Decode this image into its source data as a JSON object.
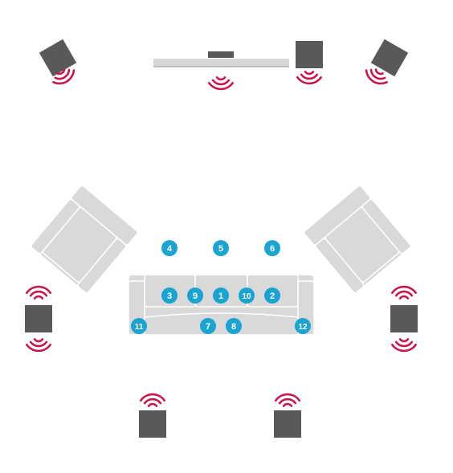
{
  "colors": {
    "speaker": "#595959",
    "wave": "#c8174a",
    "furniture_fill": "#d9d9d9",
    "furniture_stroke": "#ffffff",
    "tv": "#d3d3d3",
    "badge": "#1ba3d2",
    "badge_text": "#ffffff"
  },
  "speakers": [
    {
      "name": "front-left-height-speaker",
      "icon": "speaker-icon"
    },
    {
      "name": "center-speaker",
      "icon": "speaker-icon"
    },
    {
      "name": "front-right-speaker",
      "icon": "speaker-icon"
    },
    {
      "name": "front-right-height-speaker",
      "icon": "speaker-icon"
    },
    {
      "name": "side-left-speaker",
      "icon": "speaker-icon"
    },
    {
      "name": "side-right-speaker",
      "icon": "speaker-icon"
    },
    {
      "name": "rear-left-speaker",
      "icon": "speaker-icon"
    },
    {
      "name": "rear-right-speaker",
      "icon": "speaker-icon"
    }
  ],
  "tv": {
    "icon": "tv-icon"
  },
  "seats": [
    {
      "label": "1"
    },
    {
      "label": "2"
    },
    {
      "label": "3"
    },
    {
      "label": "4"
    },
    {
      "label": "5"
    },
    {
      "label": "6"
    },
    {
      "label": "7"
    },
    {
      "label": "8"
    },
    {
      "label": "9"
    },
    {
      "label": "10"
    },
    {
      "label": "11"
    },
    {
      "label": "12"
    }
  ]
}
